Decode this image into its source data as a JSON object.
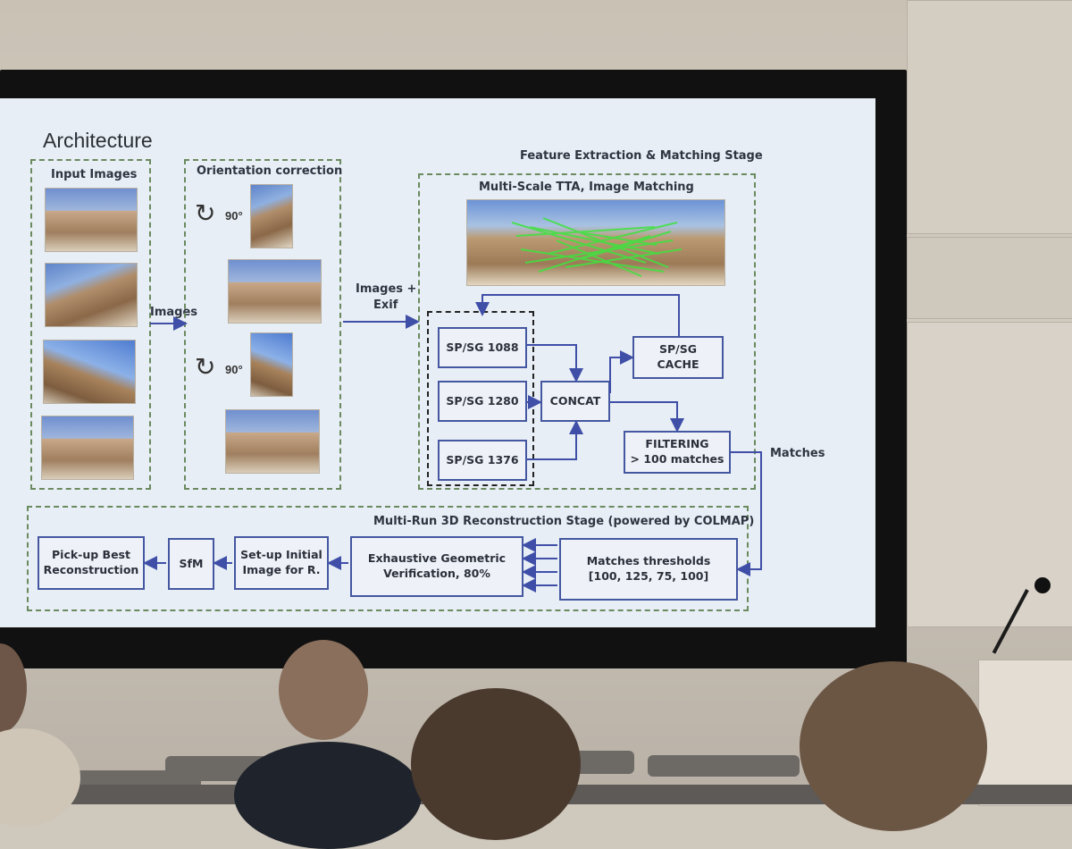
{
  "slide": {
    "title": "Architecture",
    "input_images": {
      "label": "Input Images"
    },
    "orientation": {
      "label": "Orientation correction",
      "rot1": "90°",
      "rot2": "90°",
      "rot_icon": "rotate-cw-icon"
    },
    "edge_images": "Images",
    "edge_images_exif_1": "Images +",
    "edge_images_exif_2": "Exif",
    "feature_stage": {
      "title": "Feature Extraction & Matching Stage",
      "tta_label": "Multi-Scale TTA, Image Matching",
      "sp1088": "SP/SG 1088",
      "sp1280": "SP/SG 1280",
      "sp1376": "SP/SG 1376",
      "concat": "CONCAT",
      "cache_1": "SP/SG",
      "cache_2": "CACHE",
      "filter_1": "FILTERING",
      "filter_2": "> 100 matches"
    },
    "matches_label": "Matches",
    "recon_stage": {
      "title": "Multi-Run 3D Reconstruction Stage (powered by COLMAP)",
      "pick_1": "Pick-up Best",
      "pick_2": "Reconstruction",
      "sfm": "SfM",
      "setup_1": "Set-up Initial",
      "setup_2": "Image for R.",
      "verif_1": "Exhaustive Geometric",
      "verif_2": "Verification, 80%",
      "thresh_1": "Matches thresholds",
      "thresh_2": "[100, 125, 75, 100]"
    }
  },
  "colors": {
    "box_border": "#4457a0",
    "arrow": "#3f4fa8",
    "dashed_green": "#6a8a5f",
    "match_lines": "#3fe33f"
  }
}
